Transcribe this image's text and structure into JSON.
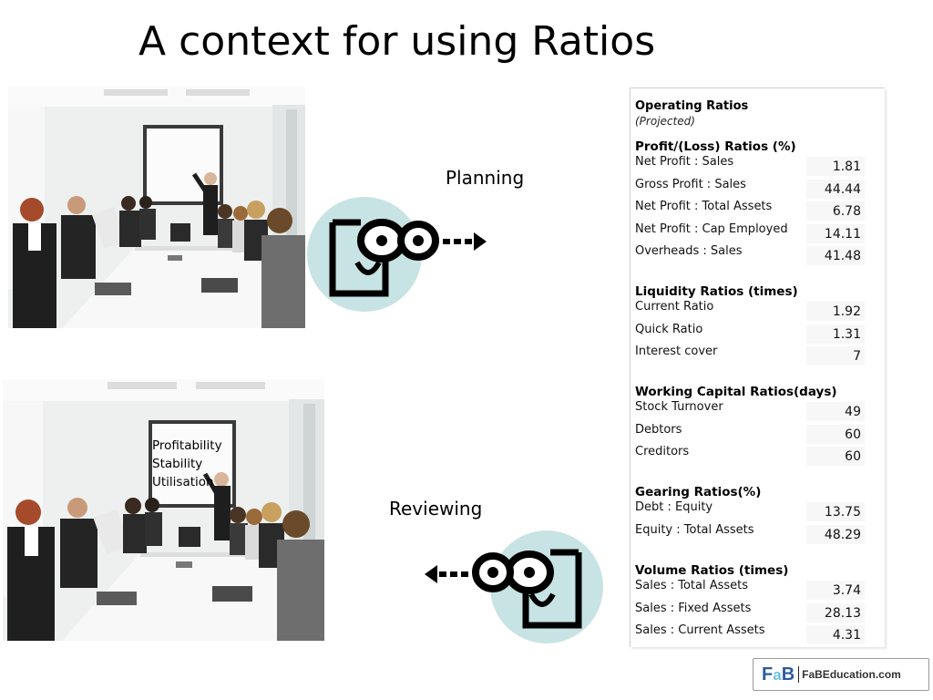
{
  "slide": {
    "title": "A context for using Ratios"
  },
  "photos": {
    "board_lines": [
      "Profitability",
      "Stability",
      "Utilisation"
    ]
  },
  "flow": {
    "planning_label": "Planning",
    "reviewing_label": "Reviewing",
    "icon_circle_color": "#c8e3e3",
    "planning_icon": "looking-right-face-icon",
    "reviewing_icon": "looking-left-face-icon"
  },
  "ratios": {
    "title": "Operating Ratios",
    "subtitle": "(Projected)",
    "sections": [
      {
        "title": "Profit/(Loss) Ratios (%)",
        "rows": [
          {
            "label": "Net Profit : Sales",
            "value": "1.81"
          },
          {
            "label": "Gross Profit : Sales",
            "value": "44.44"
          },
          {
            "label": "Net Profit : Total Assets",
            "value": "6.78"
          },
          {
            "label": "Net Profit : Cap Employed",
            "value": "14.11"
          },
          {
            "label": "Overheads : Sales",
            "value": "41.48"
          }
        ]
      },
      {
        "title": "Liquidity Ratios (times)",
        "rows": [
          {
            "label": "Current Ratio",
            "value": "1.92"
          },
          {
            "label": "Quick Ratio",
            "value": "1.31"
          },
          {
            "label": "Interest cover",
            "value": "7"
          }
        ]
      },
      {
        "title": "Working Capital Ratios(days)",
        "rows": [
          {
            "label": "Stock Turnover",
            "value": "49"
          },
          {
            "label": "Debtors",
            "value": "60"
          },
          {
            "label": "Creditors",
            "value": "60"
          }
        ]
      },
      {
        "title": "Gearing Ratios(%)",
        "rows": [
          {
            "label": "Debt : Equity",
            "value": "13.75"
          },
          {
            "label": "Equity : Total Assets",
            "value": "48.29"
          }
        ]
      },
      {
        "title": "Volume Ratios (times)",
        "rows": [
          {
            "label": "Sales : Total Assets",
            "value": "3.74"
          },
          {
            "label": "Sales : Fixed Assets",
            "value": "28.13"
          },
          {
            "label": "Sales : Current Assets",
            "value": "4.31"
          }
        ]
      }
    ]
  },
  "logo": {
    "mark_f": "F",
    "mark_a": "a",
    "mark_b": "B",
    "text": "FaBEducation.com",
    "colors": {
      "dark_blue": "#2c5b9e",
      "light_blue": "#6cc1e0"
    }
  }
}
